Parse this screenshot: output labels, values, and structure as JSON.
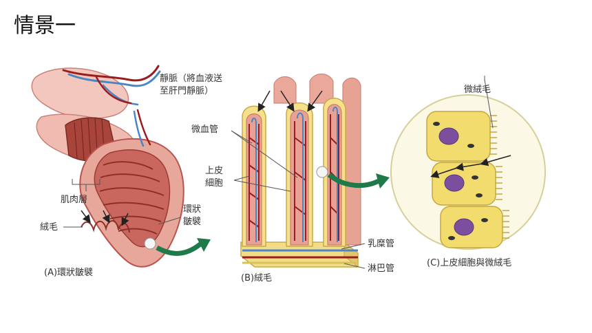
{
  "slide": {
    "title": "情景一"
  },
  "panel_a": {
    "vein_line1": "靜脈（將血液送",
    "vein_line2": "至肝門靜脈）",
    "muscle_layer": "肌肉層",
    "villus": "絨毛",
    "circular_fold_line1": "環狀",
    "circular_fold_line2": "皺襞",
    "caption": "(A)環狀皺襞"
  },
  "panel_b": {
    "capillary": "微血管",
    "epithelial_line1": "上皮",
    "epithelial_line2": "細胞",
    "lacteal": "乳糜管",
    "lymph_vessel": "淋巴管",
    "caption": "(B)絨毛"
  },
  "panel_c": {
    "microvilli": "微絨毛",
    "caption": "(C)上皮細胞與微絨毛"
  },
  "colors": {
    "tissue": "#e8a79b",
    "tissue_dark": "#b8534d",
    "muscle": "#9c3b33",
    "vein": "#4a86c5",
    "artery": "#9b1c1c",
    "cell": "#f2dc6e",
    "nucleus": "#7b4f9e",
    "arrow_green": "#1f7a4a"
  }
}
